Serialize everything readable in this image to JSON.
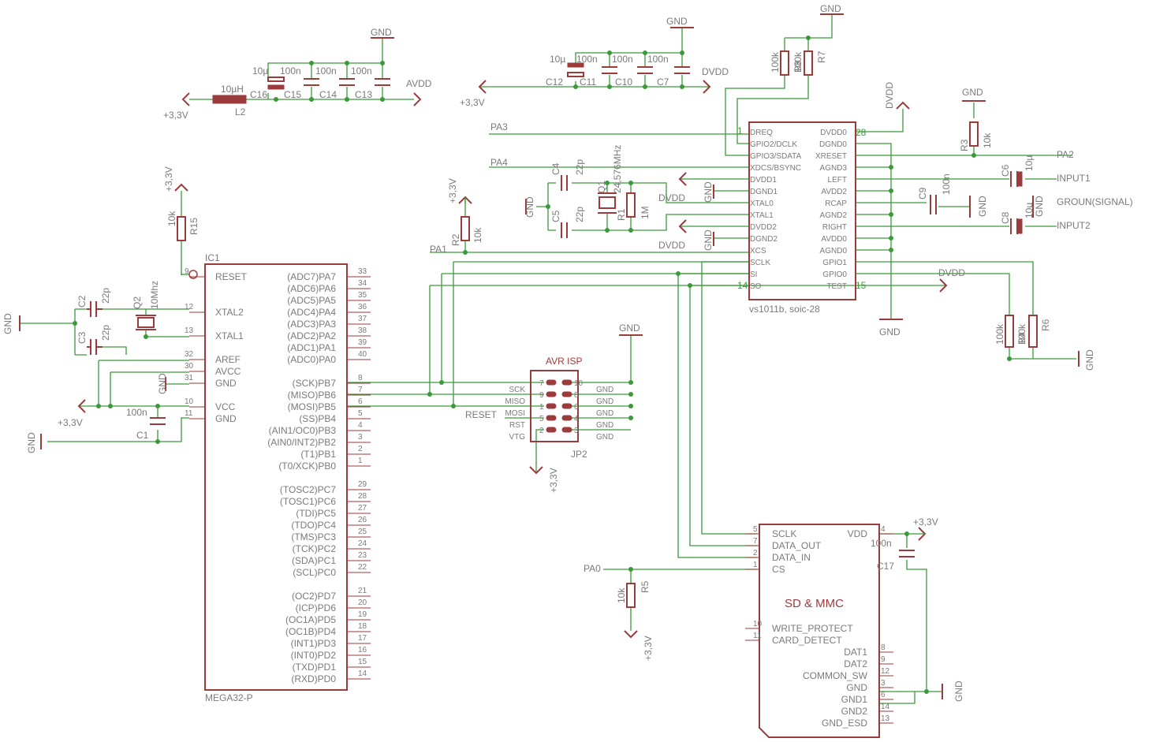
{
  "nets": {
    "gnd": "GND",
    "v33": "+3,3V",
    "avdd": "AVDD",
    "dvdd": "DVDD",
    "pa0": "PA0",
    "pa1": "PA1",
    "pa2": "PA2",
    "pa3": "PA3",
    "pa4": "PA4",
    "reset": "RESET",
    "input1": "INPUT1",
    "input2": "INPUT2",
    "groun": "GROUN(SIGNAL)"
  },
  "ic1": {
    "ref": "IC1",
    "part": "MEGA32-P",
    "left_pins": [
      [
        "9",
        "RESET"
      ],
      [
        "12",
        "XTAL2"
      ],
      [
        "13",
        "XTAL1"
      ],
      [
        "32",
        "AREF"
      ],
      [
        "30",
        "AVCC"
      ],
      [
        "31",
        "GND"
      ],
      [
        "10",
        "VCC"
      ],
      [
        "11",
        "GND"
      ]
    ],
    "right_pins": [
      [
        "33",
        "(ADC7)PA7"
      ],
      [
        "34",
        "(ADC6)PA6"
      ],
      [
        "35",
        "(ADC5)PA5"
      ],
      [
        "36",
        "(ADC4)PA4"
      ],
      [
        "37",
        "(ADC3)PA3"
      ],
      [
        "38",
        "(ADC2)PA2"
      ],
      [
        "39",
        "(ADC1)PA1"
      ],
      [
        "40",
        "(ADC0)PA0"
      ],
      [
        "8",
        "(SCK)PB7"
      ],
      [
        "7",
        "(MISO)PB6"
      ],
      [
        "6",
        "(MOSI)PB5"
      ],
      [
        "5",
        "(SS)PB4"
      ],
      [
        "4",
        "(AIN1/OC0)PB3"
      ],
      [
        "3",
        "(AIN0/INT2)PB2"
      ],
      [
        "2",
        "(T1)PB1"
      ],
      [
        "1",
        "(T0/XCK)PB0"
      ],
      [
        "29",
        "(TOSC2)PC7"
      ],
      [
        "28",
        "(TOSC1)PC6"
      ],
      [
        "27",
        "(TDI)PC5"
      ],
      [
        "26",
        "(TDO)PC4"
      ],
      [
        "25",
        "(TMS)PC3"
      ],
      [
        "24",
        "(TCK)PC2"
      ],
      [
        "23",
        "(SDA)PC1"
      ],
      [
        "22",
        "(SCL)PC0"
      ],
      [
        "21",
        "(OC2)PD7"
      ],
      [
        "20",
        "(ICP)PD6"
      ],
      [
        "19",
        "(OC1A)PD5"
      ],
      [
        "18",
        "(OC1B)PD4"
      ],
      [
        "17",
        "(INT1)PD3"
      ],
      [
        "16",
        "(INT0)PD2"
      ],
      [
        "15",
        "(TXD)PD1"
      ],
      [
        "14",
        "(RXD)PD0"
      ]
    ]
  },
  "vs": {
    "part": "vs1011b, soic-28",
    "left_pins": [
      "DREQ",
      "GPIO2/DCLK",
      "GPIO3/SDATA",
      "XDCS/BSYNC",
      "DVDD1",
      "DGND1",
      "XTAL0",
      "XTAL1",
      "DVDD2",
      "DGND2",
      "XCS",
      "SCLK",
      "SI",
      "SO"
    ],
    "right_pins": [
      "DVDD0",
      "DGND0",
      "XRESET",
      "AGND3",
      "LEFT",
      "AVDD2",
      "RCAP",
      "AGND2",
      "RIGHT",
      "AVDD0",
      "AGND0",
      "GPIO1",
      "GPIO0",
      "TEST"
    ],
    "pin1": "1",
    "pin14": "14",
    "pin15": "15",
    "pin28": "28"
  },
  "sd": {
    "title": "SD & MMC",
    "left_pins": [
      [
        "5",
        "SCLK"
      ],
      [
        "7",
        "DATA_OUT"
      ],
      [
        "2",
        "DATA_IN"
      ],
      [
        "1",
        "CS"
      ],
      [
        "10",
        "WRITE_PROTECT"
      ],
      [
        "11",
        "CARD_DETECT"
      ]
    ],
    "right_pins": [
      [
        "4",
        "VDD"
      ],
      [
        "8",
        "DAT1"
      ],
      [
        "9",
        "DAT2"
      ],
      [
        "12",
        "COMMON_SW"
      ],
      [
        "3",
        "GND"
      ],
      [
        "6",
        "GND1"
      ],
      [
        "14",
        "GND2"
      ],
      [
        "13",
        "GND_ESD"
      ]
    ]
  },
  "isp": {
    "title": "AVR ISP",
    "ref": "JP2",
    "left_sig": [
      "SCK",
      "MISO",
      "MOSI",
      "RST",
      "VTG"
    ],
    "left_num": [
      "7",
      "9",
      "1",
      "5",
      "2"
    ],
    "right_num": [
      "10",
      "8",
      "6",
      "4",
      "3"
    ],
    "right_sig": [
      "GND",
      "GND",
      "GND",
      "GND",
      "GND"
    ]
  },
  "parts": {
    "C1": {
      "ref": "C1",
      "val": "100n"
    },
    "C2": {
      "ref": "C2",
      "val": "22p"
    },
    "C3": {
      "ref": "C3",
      "val": "22p"
    },
    "C4": {
      "ref": "C4",
      "val": "22p"
    },
    "C5": {
      "ref": "C5",
      "val": "22p"
    },
    "C6": {
      "ref": "C6",
      "val": "10µ"
    },
    "C7": {
      "ref": "C7",
      "val": "100n"
    },
    "C8": {
      "ref": "C8",
      "val": "10µ"
    },
    "C9": {
      "ref": "C9",
      "val": "100n"
    },
    "C10": {
      "ref": "C10",
      "val": "100n"
    },
    "C11": {
      "ref": "C11",
      "val": "100n"
    },
    "C12": {
      "ref": "C12",
      "val": "10µ"
    },
    "C13": {
      "ref": "C13",
      "val": "100n"
    },
    "C14": {
      "ref": "C14",
      "val": "100n"
    },
    "C15": {
      "ref": "C15",
      "val": "100n"
    },
    "C16": {
      "ref": "C16",
      "val": "10µ"
    },
    "C17": {
      "ref": "C17",
      "val": "100n"
    },
    "L2": {
      "ref": "L2",
      "val": "10µH"
    },
    "Q1": {
      "ref": "Q1",
      "val": "24,576MHz"
    },
    "Q2": {
      "ref": "Q2",
      "val": "10Mhz"
    },
    "R1": {
      "ref": "R1",
      "val": "1M"
    },
    "R2": {
      "ref": "R2",
      "val": "10k"
    },
    "R3": {
      "ref": "R3",
      "val": "10k"
    },
    "R4": {
      "ref": "R4",
      "val": "100k"
    },
    "R5": {
      "ref": "R5",
      "val": "10k"
    },
    "R6": {
      "ref": "R6",
      "val": "100k"
    },
    "R7": {
      "ref": "R7",
      "val": "100k"
    },
    "R8": {
      "ref": "R8",
      "val": "100k"
    },
    "R15": {
      "ref": "R15",
      "val": "10k"
    }
  }
}
